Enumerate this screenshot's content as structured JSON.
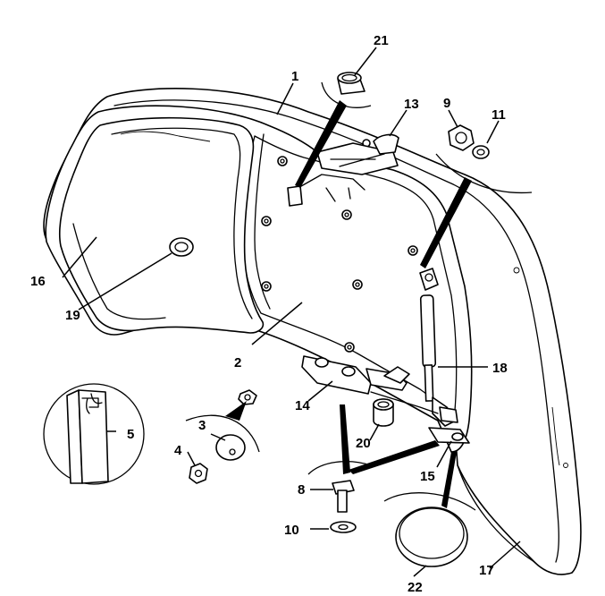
{
  "callouts": {
    "c1": "1",
    "c2": "2",
    "c3": "3",
    "c4": "4",
    "c5": "5",
    "c8": "8",
    "c9": "9",
    "c10": "10",
    "c11": "11",
    "c13": "13",
    "c14": "14",
    "c15": "15",
    "c16": "16",
    "c17": "17",
    "c18": "18",
    "c19": "19",
    "c20": "20",
    "c21": "21",
    "c22": "22"
  }
}
